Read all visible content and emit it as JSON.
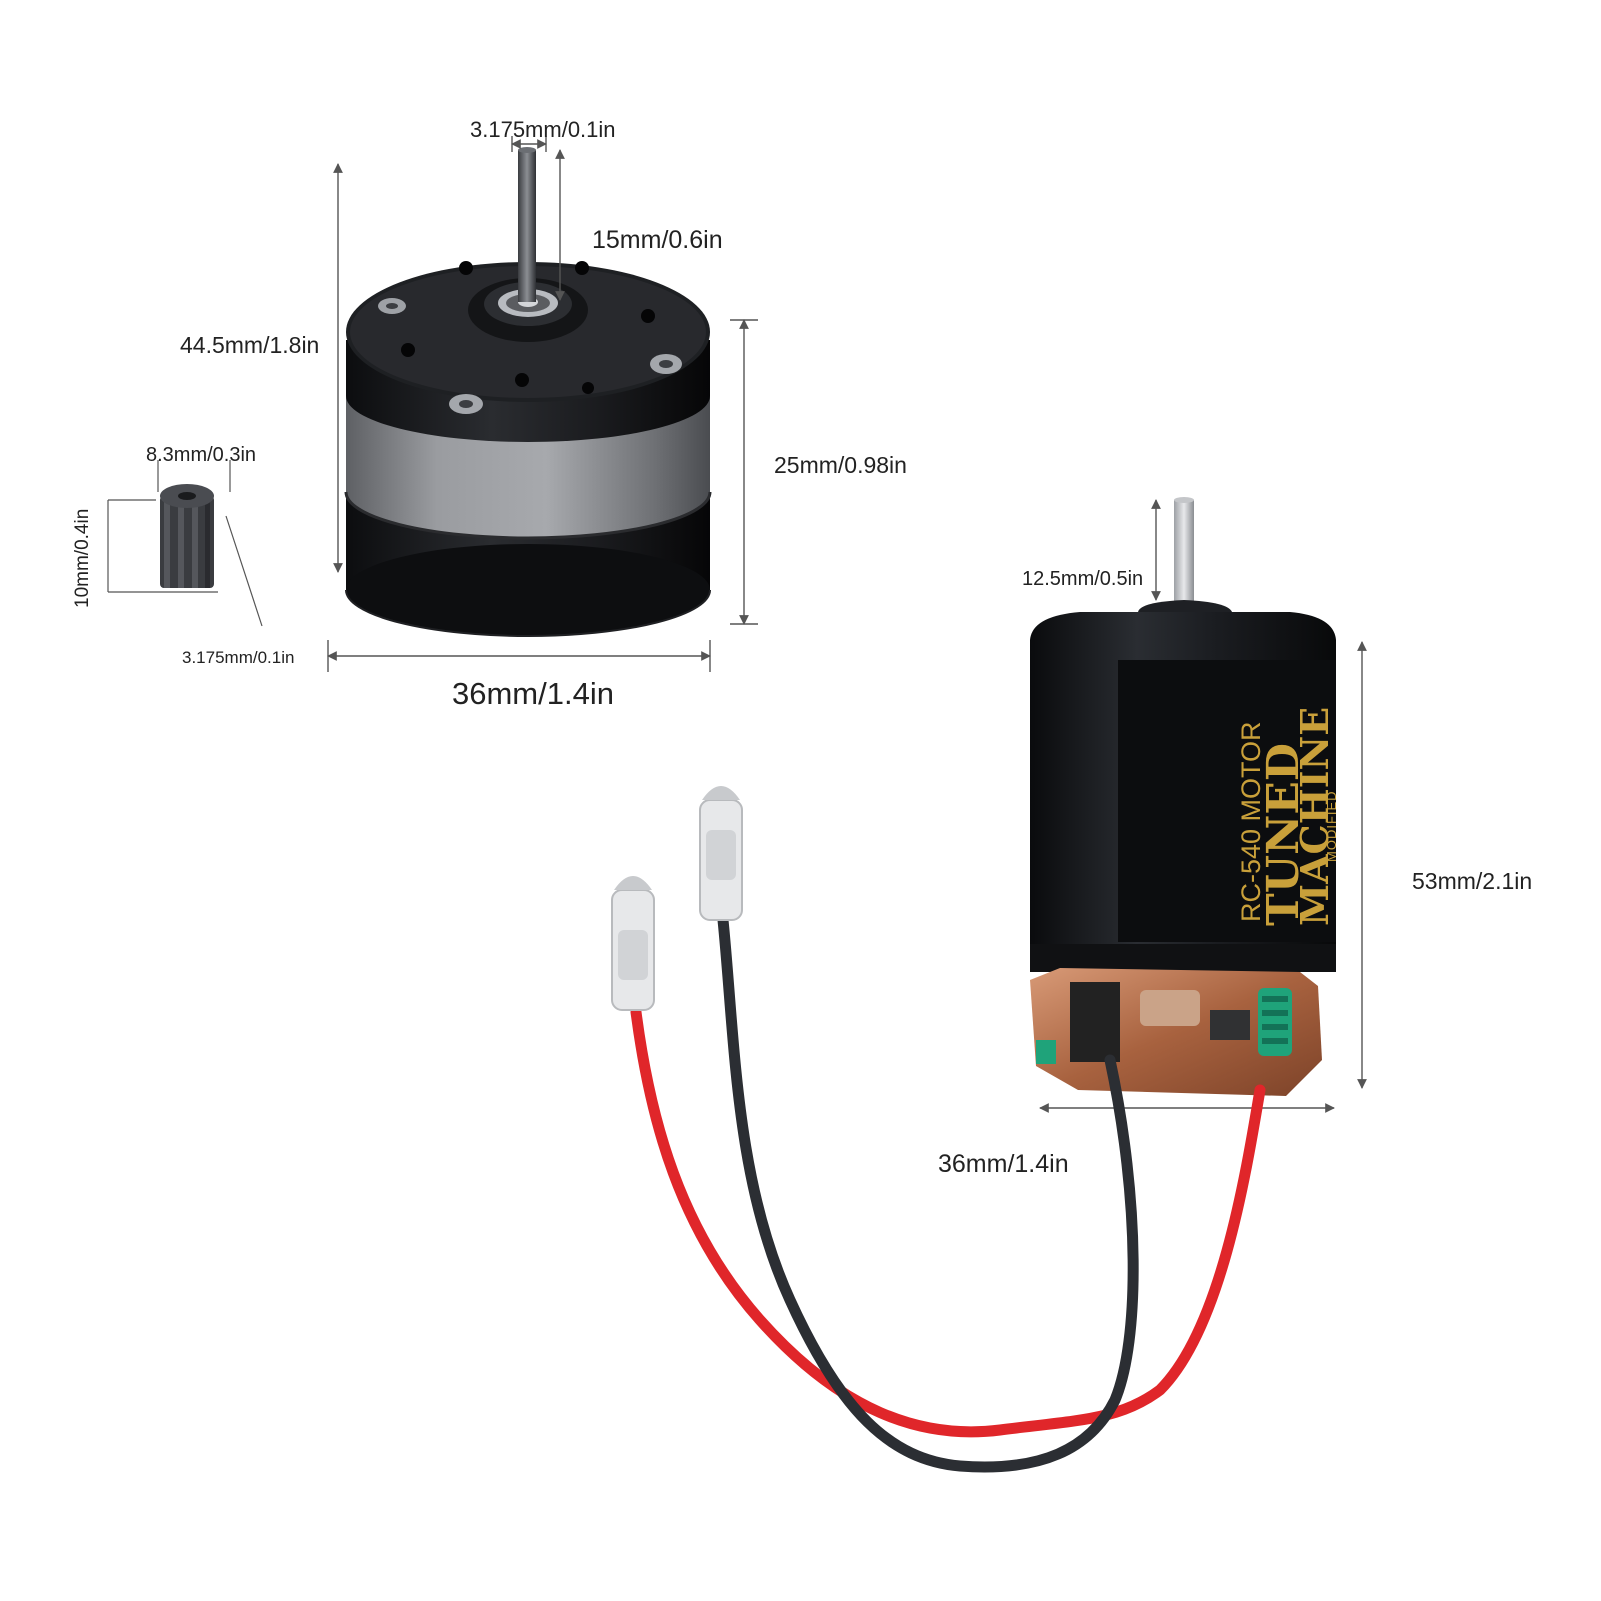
{
  "dimensions": {
    "gearbox_shaft_diameter": "3.175mm/0.1in",
    "gearbox_shaft_length": "15mm/0.6in",
    "gearbox_total_height": "44.5mm/1.8in",
    "gearbox_body_height": "25mm/0.98in",
    "gearbox_width": "36mm/1.4in",
    "pinion_width": "8.3mm/0.3in",
    "pinion_height": "10mm/0.4in",
    "pinion_bore": "3.175mm/0.1in",
    "motor_shaft_length": "12.5mm/0.5in",
    "motor_length": "53mm/2.1in",
    "motor_diameter": "36mm/1.4in"
  },
  "motor_label": {
    "line1": "RC-540 MOTOR",
    "line2": "TUNED",
    "line3": "MACHINE",
    "line4": "MODIFIED"
  },
  "colors": {
    "motor_body": "#15171a",
    "label_gold": "#c9a03a",
    "wire_red": "#e0262a",
    "wire_black": "#2b2e33",
    "gearbox_silver": "#8d8f93",
    "copper": "#b9734e",
    "green_part": "#1fa37a"
  }
}
